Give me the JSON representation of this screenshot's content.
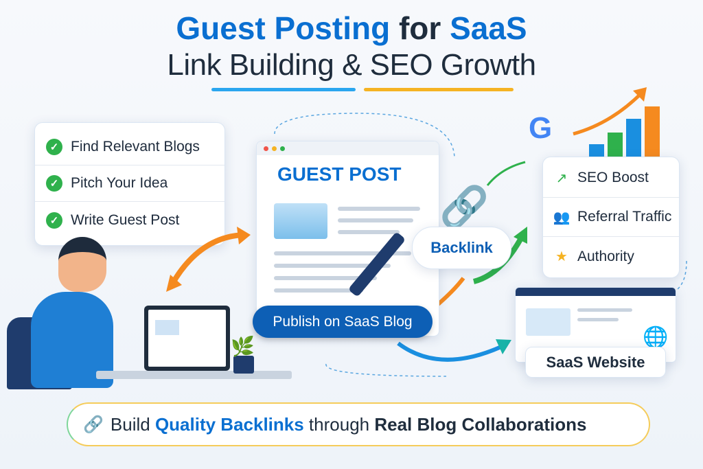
{
  "title": {
    "line1_a": "Guest Posting",
    "line1_b": " for ",
    "line1_c": "SaaS",
    "line2": "Link Building & SEO Growth"
  },
  "checklist": [
    {
      "label": "Find Relevant Blogs"
    },
    {
      "label": "Pitch Your Idea"
    },
    {
      "label": "Write Guest Post"
    }
  ],
  "guest_post": {
    "heading": "GUEST POST",
    "publish_label": "Publish on SaaS Blog"
  },
  "backlink": {
    "label": "Backlink"
  },
  "benefits": [
    {
      "label": "SEO Boost",
      "icon": "trend-up-icon"
    },
    {
      "label": "Referral Traffic",
      "icon": "users-icon"
    },
    {
      "label": "Authority",
      "icon": "star-icon"
    }
  ],
  "website": {
    "label": "SaaS Website"
  },
  "tagline": {
    "a": "Build ",
    "b": "Quality Backlinks",
    "c": " through ",
    "d": "Real Blog Collaborations"
  },
  "colors": {
    "blue": "#0a6fd1",
    "navy": "#1f2d3d",
    "orange": "#f5a623",
    "green": "#2fb14c"
  }
}
